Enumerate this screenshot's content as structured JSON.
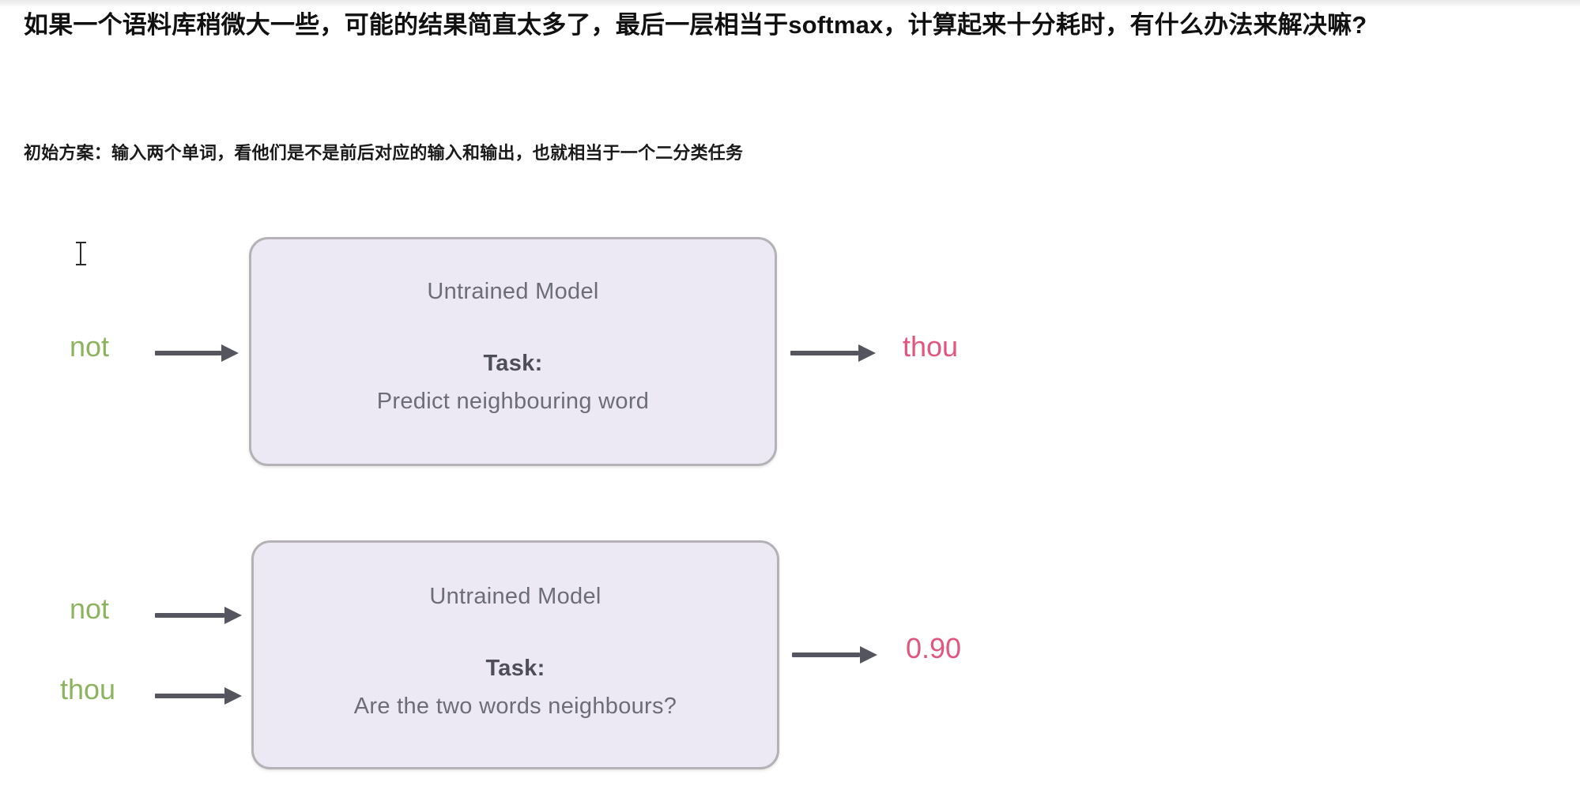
{
  "page": {
    "heading": "如果一个语料库稍微大一些，可能的结果简直太多了，最后一层相当于softmax，计算起来十分耗时，有什么办法来解决嘛?",
    "subheading": "初始方案：输入两个单词，看他们是不是前后对应的输入和输出，也就相当于一个二分类任务"
  },
  "colors": {
    "box_fill": "#ece9f4",
    "box_border": "#b4b2b6",
    "input_word": "#8cb45f",
    "output_word": "#e0567e",
    "arrow": "#55555f",
    "model_text": "#6d6d78"
  },
  "diagrams": [
    {
      "id": "predict-neighbouring-word",
      "inputs": [
        "not"
      ],
      "model_title": "Untrained Model",
      "task_label": "Task:",
      "task_text": "Predict neighbouring word",
      "output": "thou"
    },
    {
      "id": "are-two-words-neighbours",
      "inputs": [
        "not",
        "thou"
      ],
      "model_title": "Untrained Model",
      "task_label": "Task:",
      "task_text": "Are the two words neighbours?",
      "output": "0.90"
    }
  ]
}
